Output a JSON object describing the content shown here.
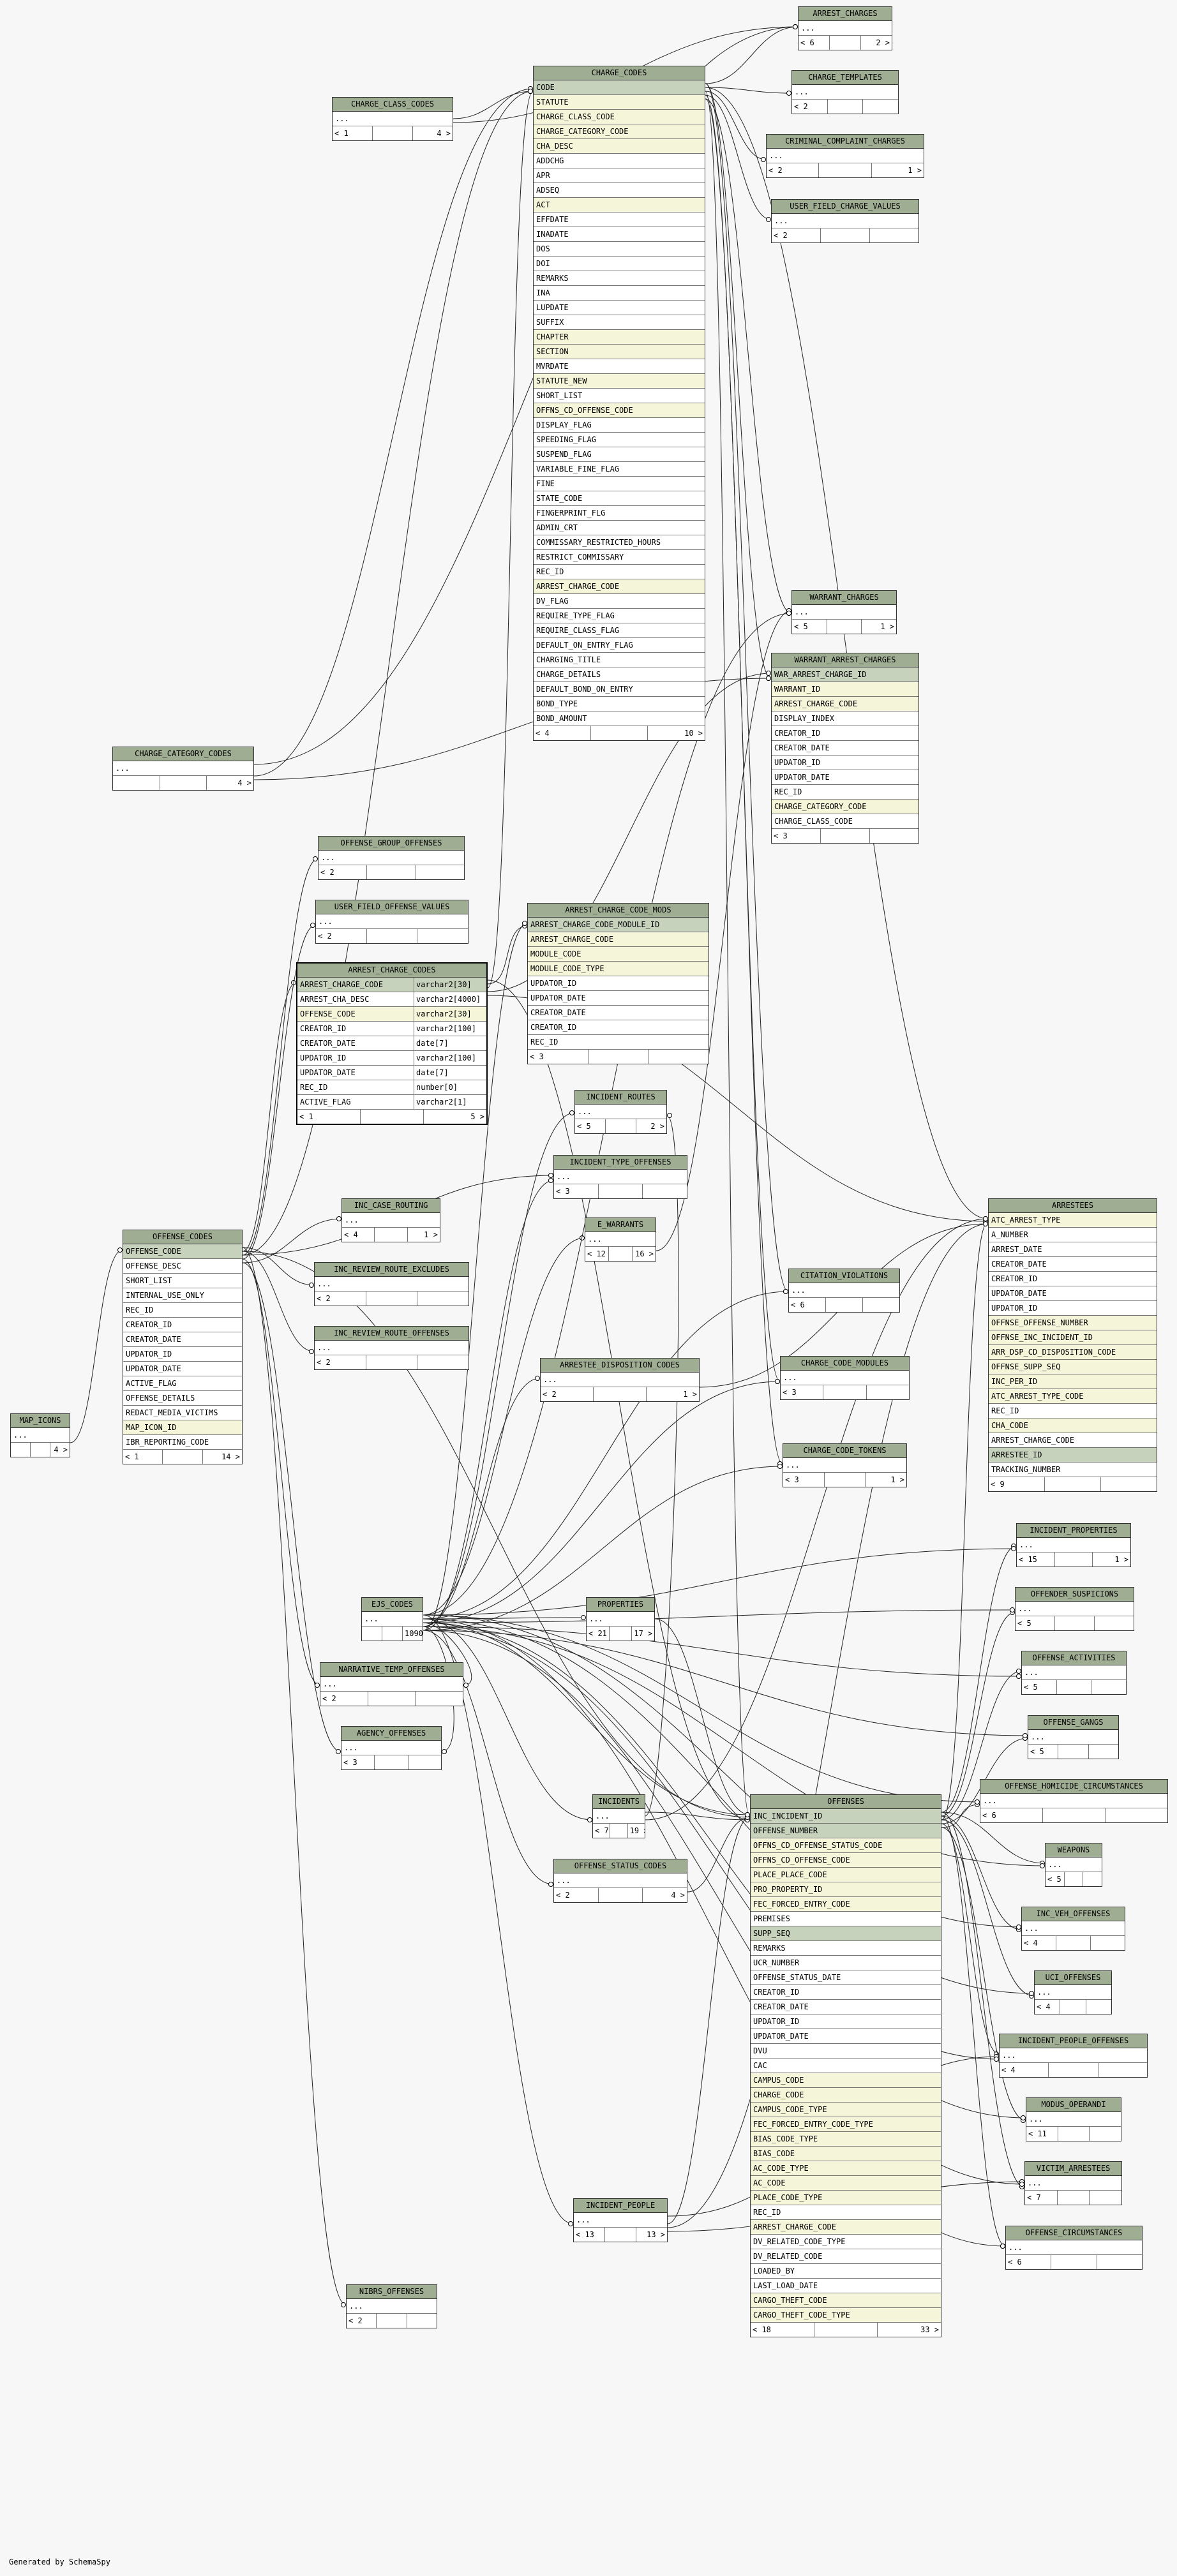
{
  "footer": {
    "generated_by": "Generated by SchemaSpy"
  },
  "colors": {
    "header": "#9fad93",
    "key_row": "#f5f6d9",
    "pk_row": "#c7d2bd",
    "edge": "#222222"
  },
  "tables": [
    {
      "id": "arrest_charges",
      "name": "ARREST_CHARGES",
      "rows": [
        {
          "n": "...",
          "t": "more"
        }
      ],
      "footer": [
        "< 6",
        "",
        "2 >"
      ]
    },
    {
      "id": "charge_templates",
      "name": "CHARGE_TEMPLATES",
      "rows": [
        {
          "n": "...",
          "t": "more"
        }
      ],
      "footer": [
        "< 2",
        "",
        ""
      ]
    },
    {
      "id": "criminal_complaint_charges",
      "name": "CRIMINAL_COMPLAINT_CHARGES",
      "rows": [
        {
          "n": "...",
          "t": "more"
        }
      ],
      "footer": [
        "< 2",
        "",
        "1 >"
      ]
    },
    {
      "id": "user_field_charge_values",
      "name": "USER_FIELD_CHARGE_VALUES",
      "rows": [
        {
          "n": "...",
          "t": "more"
        }
      ],
      "footer": [
        "< 2",
        "",
        ""
      ]
    },
    {
      "id": "charge_class_codes",
      "name": "CHARGE_CLASS_CODES",
      "rows": [
        {
          "n": "...",
          "t": "more"
        }
      ],
      "footer": [
        "< 1",
        "",
        "4 >"
      ]
    },
    {
      "id": "charge_codes",
      "name": "CHARGE_CODES",
      "rows": [
        {
          "n": "CODE",
          "t": "pk"
        },
        {
          "n": "STATUTE",
          "t": "k"
        },
        {
          "n": "CHARGE_CLASS_CODE",
          "t": "k"
        },
        {
          "n": "CHARGE_CATEGORY_CODE",
          "t": "k"
        },
        {
          "n": "CHA_DESC",
          "t": "k"
        },
        {
          "n": "ADDCHG"
        },
        {
          "n": "APR"
        },
        {
          "n": "ADSEQ"
        },
        {
          "n": "ACT",
          "t": "k"
        },
        {
          "n": "EFFDATE"
        },
        {
          "n": "INADATE"
        },
        {
          "n": "DOS"
        },
        {
          "n": "DOI"
        },
        {
          "n": "REMARKS"
        },
        {
          "n": "INA"
        },
        {
          "n": "LUPDATE"
        },
        {
          "n": "SUFFIX"
        },
        {
          "n": "CHAPTER",
          "t": "k"
        },
        {
          "n": "SECTION",
          "t": "k"
        },
        {
          "n": "MVRDATE"
        },
        {
          "n": "STATUTE_NEW",
          "t": "k"
        },
        {
          "n": "SHORT_LIST"
        },
        {
          "n": "OFFNS_CD_OFFENSE_CODE",
          "t": "k"
        },
        {
          "n": "DISPLAY_FLAG"
        },
        {
          "n": "SPEEDING_FLAG"
        },
        {
          "n": "SUSPEND_FLAG"
        },
        {
          "n": "VARIABLE_FINE_FLAG"
        },
        {
          "n": "FINE"
        },
        {
          "n": "STATE_CODE"
        },
        {
          "n": "FINGERPRINT_FLG"
        },
        {
          "n": "ADMIN_CRT"
        },
        {
          "n": "COMMISSARY_RESTRICTED_HOURS"
        },
        {
          "n": "RESTRICT_COMMISSARY"
        },
        {
          "n": "REC_ID"
        },
        {
          "n": "ARREST_CHARGE_CODE",
          "t": "k"
        },
        {
          "n": "DV_FLAG"
        },
        {
          "n": "REQUIRE_TYPE_FLAG"
        },
        {
          "n": "REQUIRE_CLASS_FLAG"
        },
        {
          "n": "DEFAULT_ON_ENTRY_FLAG"
        },
        {
          "n": "CHARGING_TITLE"
        },
        {
          "n": "CHARGE_DETAILS"
        },
        {
          "n": "DEFAULT_BOND_ON_ENTRY"
        },
        {
          "n": "BOND_TYPE"
        },
        {
          "n": "BOND_AMOUNT"
        }
      ],
      "footer": [
        "< 4",
        "",
        "10 >"
      ]
    },
    {
      "id": "charge_category_codes",
      "name": "CHARGE_CATEGORY_CODES",
      "rows": [
        {
          "n": "...",
          "t": "more"
        }
      ],
      "footer": [
        "",
        "",
        "4 >"
      ]
    },
    {
      "id": "warrant_charges",
      "name": "WARRANT_CHARGES",
      "rows": [
        {
          "n": "...",
          "t": "more"
        }
      ],
      "footer": [
        "< 5",
        "",
        "1 >"
      ]
    },
    {
      "id": "warrant_arrest_charges",
      "name": "WARRANT_ARREST_CHARGES",
      "rows": [
        {
          "n": "WAR_ARREST_CHARGE_ID",
          "t": "pk"
        },
        {
          "n": "WARRANT_ID",
          "t": "k"
        },
        {
          "n": "ARREST_CHARGE_CODE",
          "t": "k"
        },
        {
          "n": "DISPLAY_INDEX"
        },
        {
          "n": "CREATOR_ID"
        },
        {
          "n": "CREATOR_DATE"
        },
        {
          "n": "UPDATOR_ID"
        },
        {
          "n": "UPDATOR_DATE"
        },
        {
          "n": "REC_ID"
        },
        {
          "n": "CHARGE_CATEGORY_CODE",
          "t": "k"
        },
        {
          "n": "CHARGE_CLASS_CODE"
        }
      ],
      "footer": [
        "< 3",
        "",
        ""
      ]
    },
    {
      "id": "offense_group_offenses",
      "name": "OFFENSE_GROUP_OFFENSES",
      "rows": [
        {
          "n": "...",
          "t": "more"
        }
      ],
      "footer": [
        "< 2",
        "",
        ""
      ]
    },
    {
      "id": "user_field_offense_values",
      "name": "USER_FIELD_OFFENSE_VALUES",
      "rows": [
        {
          "n": "...",
          "t": "more"
        }
      ],
      "footer": [
        "< 2",
        "",
        ""
      ]
    },
    {
      "id": "arrest_charge_code_mods",
      "name": "ARREST_CHARGE_CODE_MODS",
      "rows": [
        {
          "n": "ARREST_CHARGE_CODE_MODULE_ID",
          "t": "pk"
        },
        {
          "n": "ARREST_CHARGE_CODE",
          "t": "k"
        },
        {
          "n": "MODULE_CODE",
          "t": "k"
        },
        {
          "n": "MODULE_CODE_TYPE",
          "t": "k"
        },
        {
          "n": "UPDATOR_ID"
        },
        {
          "n": "UPDATOR_DATE"
        },
        {
          "n": "CREATOR_DATE"
        },
        {
          "n": "CREATOR_ID"
        },
        {
          "n": "REC_ID"
        }
      ],
      "footer": [
        "< 3",
        "",
        ""
      ]
    },
    {
      "id": "arrest_charge_codes",
      "name": "ARREST_CHARGE_CODES",
      "focus": true,
      "rows": [
        {
          "n": "ARREST_CHARGE_CODE",
          "d": "varchar2[30]",
          "t": "pk"
        },
        {
          "n": "ARREST_CHA_DESC",
          "d": "varchar2[4000]"
        },
        {
          "n": "OFFENSE_CODE",
          "d": "varchar2[30]",
          "t": "k"
        },
        {
          "n": "CREATOR_ID",
          "d": "varchar2[100]"
        },
        {
          "n": "CREATOR_DATE",
          "d": "date[7]"
        },
        {
          "n": "UPDATOR_ID",
          "d": "varchar2[100]"
        },
        {
          "n": "UPDATOR_DATE",
          "d": "date[7]"
        },
        {
          "n": "REC_ID",
          "d": "number[0]"
        },
        {
          "n": "ACTIVE_FLAG",
          "d": "varchar2[1]"
        }
      ],
      "footer": [
        "< 1",
        "",
        "5 >"
      ]
    },
    {
      "id": "incident_routes",
      "name": "INCIDENT_ROUTES",
      "rows": [
        {
          "n": "...",
          "t": "more"
        }
      ],
      "footer": [
        "< 5",
        "",
        "2 >"
      ]
    },
    {
      "id": "incident_type_offenses",
      "name": "INCIDENT_TYPE_OFFENSES",
      "rows": [
        {
          "n": "...",
          "t": "more"
        }
      ],
      "footer": [
        "< 3",
        "",
        ""
      ]
    },
    {
      "id": "inc_case_routing",
      "name": "INC_CASE_ROUTING",
      "rows": [
        {
          "n": "...",
          "t": "more"
        }
      ],
      "footer": [
        "< 4",
        "",
        "1 >"
      ]
    },
    {
      "id": "e_warrants",
      "name": "E_WARRANTS",
      "rows": [
        {
          "n": "...",
          "t": "more"
        }
      ],
      "footer": [
        "< 12",
        "",
        "16 >"
      ]
    },
    {
      "id": "offense_codes",
      "name": "OFFENSE_CODES",
      "rows": [
        {
          "n": "OFFENSE_CODE",
          "t": "pk"
        },
        {
          "n": "OFFENSE_DESC"
        },
        {
          "n": "SHORT_LIST"
        },
        {
          "n": "INTERNAL_USE_ONLY"
        },
        {
          "n": "REC_ID"
        },
        {
          "n": "CREATOR_ID"
        },
        {
          "n": "CREATOR_DATE"
        },
        {
          "n": "UPDATOR_ID"
        },
        {
          "n": "UPDATOR_DATE"
        },
        {
          "n": "ACTIVE_FLAG"
        },
        {
          "n": "OFFENSE_DETAILS"
        },
        {
          "n": "REDACT_MEDIA_VICTIMS"
        },
        {
          "n": "MAP_ICON_ID",
          "t": "k"
        },
        {
          "n": "IBR_REPORTING_CODE"
        }
      ],
      "footer": [
        "< 1",
        "",
        "14 >"
      ]
    },
    {
      "id": "inc_review_route_excludes",
      "name": "INC_REVIEW_ROUTE_EXCLUDES",
      "rows": [
        {
          "n": "...",
          "t": "more"
        }
      ],
      "footer": [
        "< 2",
        "",
        ""
      ]
    },
    {
      "id": "citation_violations",
      "name": "CITATION_VIOLATIONS",
      "rows": [
        {
          "n": "...",
          "t": "more"
        }
      ],
      "footer": [
        "< 6",
        "",
        ""
      ]
    },
    {
      "id": "arrestees",
      "name": "ARRESTEES",
      "rows": [
        {
          "n": "ATC_ARREST_TYPE",
          "t": "k"
        },
        {
          "n": "A_NUMBER"
        },
        {
          "n": "ARREST_DATE"
        },
        {
          "n": "CREATOR_DATE"
        },
        {
          "n": "CREATOR_ID"
        },
        {
          "n": "UPDATOR_DATE"
        },
        {
          "n": "UPDATOR_ID"
        },
        {
          "n": "OFFNSE_OFFENSE_NUMBER",
          "t": "k"
        },
        {
          "n": "OFFNSE_INC_INCIDENT_ID",
          "t": "k"
        },
        {
          "n": "ARR_DSP_CD_DISPOSITION_CODE",
          "t": "k"
        },
        {
          "n": "OFFNSE_SUPP_SEQ",
          "t": "k"
        },
        {
          "n": "INC_PER_ID",
          "t": "k"
        },
        {
          "n": "ATC_ARREST_TYPE_CODE",
          "t": "k"
        },
        {
          "n": "REC_ID"
        },
        {
          "n": "CHA_CODE",
          "t": "k"
        },
        {
          "n": "ARREST_CHARGE_CODE"
        },
        {
          "n": "ARRESTEE_ID",
          "t": "pk"
        },
        {
          "n": "TRACKING_NUMBER"
        }
      ],
      "footer": [
        "< 9",
        "",
        ""
      ]
    },
    {
      "id": "inc_review_route_offenses",
      "name": "INC_REVIEW_ROUTE_OFFENSES",
      "rows": [
        {
          "n": "...",
          "t": "more"
        }
      ],
      "footer": [
        "< 2",
        "",
        ""
      ]
    },
    {
      "id": "charge_code_modules",
      "name": "CHARGE_CODE_MODULES",
      "rows": [
        {
          "n": "...",
          "t": "more"
        }
      ],
      "footer": [
        "< 3",
        "",
        ""
      ]
    },
    {
      "id": "arrestee_disposition_codes",
      "name": "ARRESTEE_DISPOSITION_CODES",
      "rows": [
        {
          "n": "...",
          "t": "more"
        }
      ],
      "footer": [
        "< 2",
        "",
        "1 >"
      ]
    },
    {
      "id": "map_icons",
      "name": "MAP_ICONS",
      "rows": [
        {
          "n": "...",
          "t": "more"
        }
      ],
      "footer": [
        "",
        "",
        "4 >"
      ]
    },
    {
      "id": "charge_code_tokens",
      "name": "CHARGE_CODE_TOKENS",
      "rows": [
        {
          "n": "...",
          "t": "more"
        }
      ],
      "footer": [
        "< 3",
        "",
        "1 >"
      ]
    },
    {
      "id": "incident_properties",
      "name": "INCIDENT_PROPERTIES",
      "rows": [
        {
          "n": "...",
          "t": "more"
        }
      ],
      "footer": [
        "< 15",
        "",
        "1 >"
      ]
    },
    {
      "id": "ejs_codes",
      "name": "EJS_CODES",
      "rows": [
        {
          "n": "...",
          "t": "more"
        }
      ],
      "footer": [
        "",
        "",
        "1090 >"
      ]
    },
    {
      "id": "properties",
      "name": "PROPERTIES",
      "rows": [
        {
          "n": "...",
          "t": "more"
        }
      ],
      "footer": [
        "< 21",
        "",
        "17 >"
      ]
    },
    {
      "id": "offender_suspicions",
      "name": "OFFENDER_SUSPICIONS",
      "rows": [
        {
          "n": "...",
          "t": "more"
        }
      ],
      "footer": [
        "< 5",
        "",
        ""
      ]
    },
    {
      "id": "narrative_temp_offenses",
      "name": "NARRATIVE_TEMP_OFFENSES",
      "rows": [
        {
          "n": "...",
          "t": "more"
        }
      ],
      "footer": [
        "< 2",
        "",
        ""
      ]
    },
    {
      "id": "offense_activities",
      "name": "OFFENSE_ACTIVITIES",
      "rows": [
        {
          "n": "...",
          "t": "more"
        }
      ],
      "footer": [
        "< 5",
        "",
        ""
      ]
    },
    {
      "id": "agency_offenses",
      "name": "AGENCY_OFFENSES",
      "rows": [
        {
          "n": "...",
          "t": "more"
        }
      ],
      "footer": [
        "< 3",
        "",
        ""
      ]
    },
    {
      "id": "offense_gangs",
      "name": "OFFENSE_GANGS",
      "rows": [
        {
          "n": "...",
          "t": "more"
        }
      ],
      "footer": [
        "< 5",
        "",
        ""
      ]
    },
    {
      "id": "offense_homicide_circumstances",
      "name": "OFFENSE_HOMICIDE_CIRCUMSTANCES",
      "rows": [
        {
          "n": "...",
          "t": "more"
        }
      ],
      "footer": [
        "< 6",
        "",
        ""
      ]
    },
    {
      "id": "incidents",
      "name": "INCIDENTS",
      "rows": [
        {
          "n": "...",
          "t": "more"
        }
      ],
      "footer": [
        "< 7",
        "",
        "19 >"
      ]
    },
    {
      "id": "offenses",
      "name": "OFFENSES",
      "rows": [
        {
          "n": "INC_INCIDENT_ID",
          "t": "pk"
        },
        {
          "n": "OFFENSE_NUMBER",
          "t": "pk"
        },
        {
          "n": "OFFNS_CD_OFFENSE_STATUS_CODE",
          "t": "k"
        },
        {
          "n": "OFFNS_CD_OFFENSE_CODE",
          "t": "k"
        },
        {
          "n": "PLACE_PLACE_CODE",
          "t": "k"
        },
        {
          "n": "PRO_PROPERTY_ID",
          "t": "k"
        },
        {
          "n": "FEC_FORCED_ENTRY_CODE",
          "t": "k"
        },
        {
          "n": "PREMISES"
        },
        {
          "n": "SUPP_SEQ",
          "t": "pk"
        },
        {
          "n": "REMARKS"
        },
        {
          "n": "UCR_NUMBER"
        },
        {
          "n": "OFFENSE_STATUS_DATE"
        },
        {
          "n": "CREATOR_ID"
        },
        {
          "n": "CREATOR_DATE"
        },
        {
          "n": "UPDATOR_ID"
        },
        {
          "n": "UPDATOR_DATE"
        },
        {
          "n": "DVU"
        },
        {
          "n": "CAC"
        },
        {
          "n": "CAMPUS_CODE",
          "t": "k"
        },
        {
          "n": "CHARGE_CODE",
          "t": "k"
        },
        {
          "n": "CAMPUS_CODE_TYPE",
          "t": "k"
        },
        {
          "n": "FEC_FORCED_ENTRY_CODE_TYPE",
          "t": "k"
        },
        {
          "n": "BIAS_CODE_TYPE",
          "t": "k"
        },
        {
          "n": "BIAS_CODE",
          "t": "k"
        },
        {
          "n": "AC_CODE_TYPE",
          "t": "k"
        },
        {
          "n": "AC_CODE",
          "t": "k"
        },
        {
          "n": "PLACE_CODE_TYPE",
          "t": "k"
        },
        {
          "n": "REC_ID"
        },
        {
          "n": "ARREST_CHARGE_CODE",
          "t": "k"
        },
        {
          "n": "DV_RELATED_CODE_TYPE"
        },
        {
          "n": "DV_RELATED_CODE"
        },
        {
          "n": "LOADED_BY"
        },
        {
          "n": "LAST_LOAD_DATE"
        },
        {
          "n": "CARGO_THEFT_CODE",
          "t": "k"
        },
        {
          "n": "CARGO_THEFT_CODE_TYPE",
          "t": "k"
        }
      ],
      "footer": [
        "< 18",
        "",
        "33 >"
      ]
    },
    {
      "id": "weapons",
      "name": "WEAPONS",
      "rows": [
        {
          "n": "...",
          "t": "more"
        }
      ],
      "footer": [
        "< 5",
        "",
        ""
      ]
    },
    {
      "id": "offense_status_codes",
      "name": "OFFENSE_STATUS_CODES",
      "rows": [
        {
          "n": "...",
          "t": "more"
        }
      ],
      "footer": [
        "< 2",
        "",
        "4 >"
      ]
    },
    {
      "id": "inc_veh_offenses",
      "name": "INC_VEH_OFFENSES",
      "rows": [
        {
          "n": "...",
          "t": "more"
        }
      ],
      "footer": [
        "< 4",
        "",
        ""
      ]
    },
    {
      "id": "ucr_offenses",
      "name": "UCI_OFFENSES",
      "rows": [
        {
          "n": "...",
          "t": "more"
        }
      ],
      "footer": [
        "< 4",
        "",
        ""
      ]
    },
    {
      "id": "incident_people_offenses",
      "name": "INCIDENT_PEOPLE_OFFENSES",
      "rows": [
        {
          "n": "...",
          "t": "more"
        }
      ],
      "footer": [
        "< 4",
        "",
        ""
      ]
    },
    {
      "id": "modus_operandi",
      "name": "MODUS_OPERANDI",
      "rows": [
        {
          "n": "...",
          "t": "more"
        }
      ],
      "footer": [
        "< 11",
        "",
        ""
      ]
    },
    {
      "id": "victim_arrestees",
      "name": "VICTIM_ARRESTEES",
      "rows": [
        {
          "n": "...",
          "t": "more"
        }
      ],
      "footer": [
        "< 7",
        "",
        ""
      ]
    },
    {
      "id": "incident_people",
      "name": "INCIDENT_PEOPLE",
      "rows": [
        {
          "n": "...",
          "t": "more"
        }
      ],
      "footer": [
        "< 13",
        "",
        "13 >"
      ]
    },
    {
      "id": "offense_circumstances",
      "name": "OFFENSE_CIRCUMSTANCES",
      "rows": [
        {
          "n": "...",
          "t": "more"
        }
      ],
      "footer": [
        "< 6",
        "",
        ""
      ]
    },
    {
      "id": "nibrs_offenses",
      "name": "NIBRS_OFFENSES",
      "rows": [
        {
          "n": "...",
          "t": "more"
        }
      ],
      "footer": [
        "< 2",
        "",
        ""
      ]
    }
  ]
}
